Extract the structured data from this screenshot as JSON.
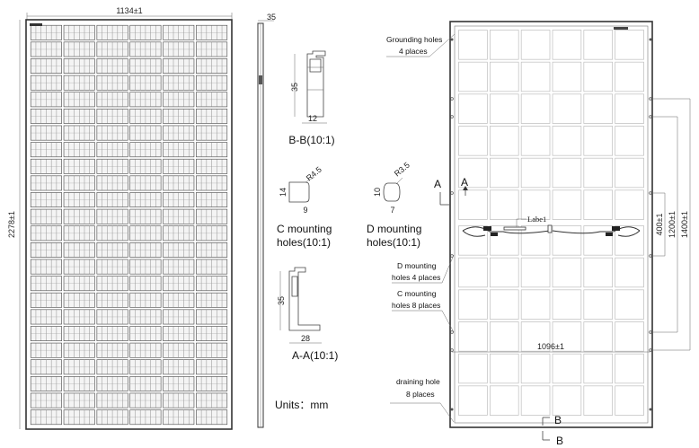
{
  "front_view": {
    "width_dim": "1134±1",
    "height_dim": "2278±1",
    "cell_cols": 6,
    "cell_rows": 24
  },
  "side_view": {
    "thickness_dim": "35"
  },
  "section_bb": {
    "height": "35",
    "width": "12",
    "title": "B-B(10:1)"
  },
  "c_hole": {
    "radius": "R4.5",
    "height": "14",
    "width": "9",
    "title_line1": "C mounting",
    "title_line2": "holes(10:1)"
  },
  "d_hole": {
    "radius": "R3.5",
    "height": "10",
    "width": "7",
    "title_line1": "D mounting",
    "title_line2": "holes(10:1)"
  },
  "section_aa": {
    "height": "35",
    "width": "28",
    "title": "A-A(10:1)"
  },
  "units": "Units：mm",
  "rear_view": {
    "grounding_line1": "Grounding holes",
    "grounding_line2": "4 places",
    "d_mount_line1": "D mounting",
    "d_mount_line2": "holes 4 places",
    "c_mount_line1": "C mounting",
    "c_mount_line2": "holes 8 places",
    "drain_line1": "draining hole",
    "drain_line2": "8 places",
    "label_text": "Labe1",
    "dim_1096": "1096±1",
    "dim_400": "400±1",
    "dim_1200": "1200±1",
    "dim_1400": "1400±1",
    "section_a1": "A",
    "section_a2": "A",
    "section_b1": "B",
    "section_b2": "B",
    "cell_cols": 6,
    "cell_rows": 12
  }
}
